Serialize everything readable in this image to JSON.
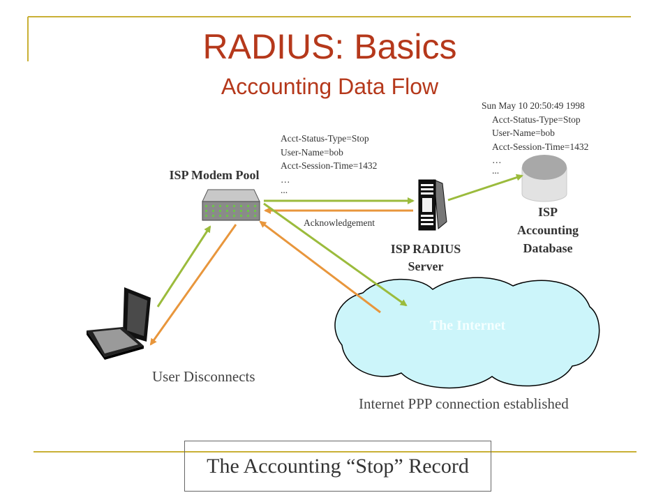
{
  "slide": {
    "title": "RADIUS: Basics",
    "subtitle": "Accounting Data Flow"
  },
  "nodes": {
    "modem_pool_label": "ISP Modem Pool",
    "radius_server_label_line1": "ISP RADIUS",
    "radius_server_label_line2": "Server",
    "database_label_line1": "ISP",
    "database_label_line2": "Accounting",
    "database_label_line3": "Database",
    "internet_label": "The Internet"
  },
  "request_message": {
    "lines": [
      "Acct-Status-Type=Stop",
      "User-Name=bob",
      "Acct-Session-Time=1432",
      "…",
      "..."
    ]
  },
  "database_record": {
    "timestamp": "Sun May 10 20:50:49 1998",
    "lines": [
      "Acct-Status-Type=Stop",
      "User-Name=bob",
      "Acct-Session-Time=1432",
      "…",
      "..."
    ]
  },
  "acknowledgement_label": "Acknowledgement",
  "captions": {
    "user_disconnects": "User Disconnects",
    "ppp_established": "Internet PPP connection established"
  },
  "record_box_text": "The Accounting “Stop” Record",
  "colors": {
    "title": "#b5381b",
    "frame_line": "#c9b035",
    "green_arrow": "#9bbb3c",
    "orange_arrow": "#e8963c",
    "cloud_fill": "#ccf5fa"
  }
}
